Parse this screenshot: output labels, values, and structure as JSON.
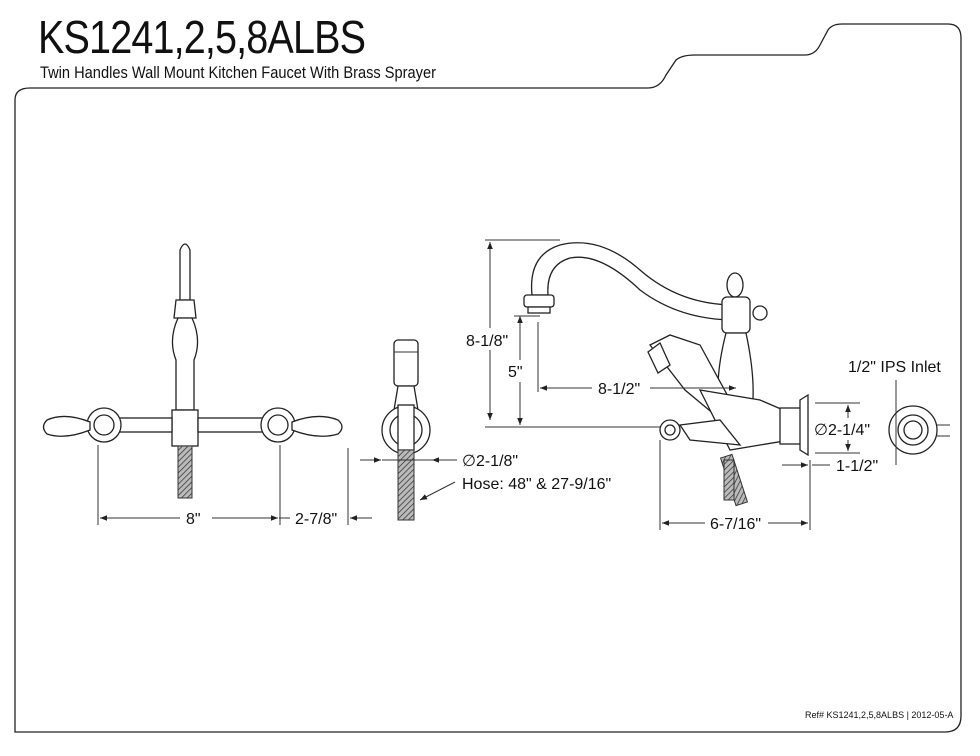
{
  "header": {
    "title": "KS1241,2,5,8ALBS",
    "subtitle": "Twin Handles Wall Mount Kitchen Faucet With Brass Sprayer"
  },
  "front_view": {
    "width_label": "8\"",
    "projection_label": "2-7/8\""
  },
  "sprayer": {
    "diameter_label": "∅2-1/8\"",
    "hose_label": "Hose: 48\" & 27-9/16\""
  },
  "side_view": {
    "height_label": "8-1/8\"",
    "spout_height_label": "5\"",
    "reach_label": "8-1/2\"",
    "depth_label": "6-7/16\"",
    "flange_diameter_label": "∅2-1/4\"",
    "flange_depth_label": "1-1/2\""
  },
  "inlet": {
    "label": "1/2\" IPS Inlet"
  },
  "footer": {
    "ref": "Ref# KS1241,2,5,8ALBS | 2012-05-A"
  }
}
